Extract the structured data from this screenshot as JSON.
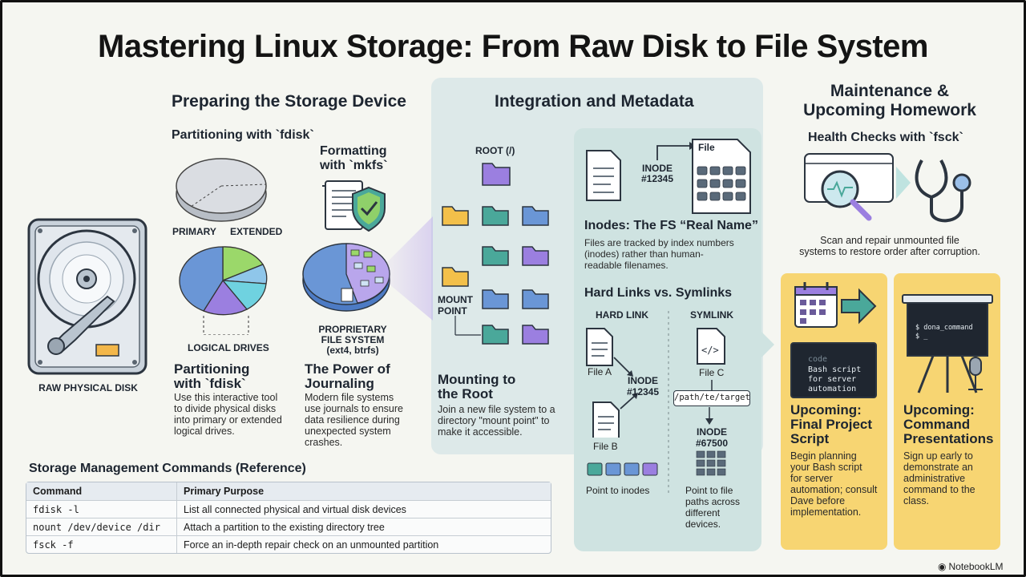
{
  "title": "Mastering Linux Storage: From Raw Disk to File System",
  "left": {
    "heading": "Preparing the Storage Device",
    "partitioning_heading": "Partitioning with `fdisk`",
    "primary": "PRIMARY",
    "extended": "EXTENDED",
    "logical": "LOGICAL DRIVES",
    "raw_disk": "RAW PHYSICAL DISK",
    "formatting_heading": "Formatting\nwith `mkfs`",
    "proprietary": "PROPRIETARY\nFILE SYSTEM\n(ext4, btrfs)",
    "card1_title": "Partitioning\nwith `fdisk`",
    "card1_body": "Use this interactive tool\nto divide physical disks\ninto primary or extended\nlogical drives.",
    "card2_title": "The Power of\nJournaling",
    "card2_body": "Modern file systems\nuse journals to ensure\ndata resilience during\nunexpected system\ncrashes."
  },
  "table": {
    "heading": "Storage Management Commands (Reference)",
    "headers": [
      "Command",
      "Primary Purpose"
    ],
    "rows": [
      [
        "fdisk -l",
        "List all connected physical and virtual disk devices"
      ],
      [
        "nount /dev/device /dir",
        "Attach a partition to the existing directory tree"
      ],
      [
        "fsck -f",
        "Force an in-depth repair check on an unmounted partition"
      ]
    ]
  },
  "middle": {
    "heading": "Integration and Metadata",
    "root": "ROOT (/)",
    "mount_point": "MOUNT\nPOINT",
    "mount_title": "Mounting to\nthe Root",
    "mount_body": "Join a new file system to a\ndirectory \"mount point\" to\nmake it accessible.",
    "inode_label": "INODE\n#12345",
    "file_label": "File",
    "inodes_title": "Inodes: The FS “Real Name”",
    "inodes_body": "Files are tracked by index numbers\n(inodes) rather than human-\nreadable filenames.",
    "links_title": "Hard Links vs. Symlinks",
    "hard_link": "HARD LINK",
    "symlink": "SYMLINK",
    "file_a": "File A",
    "file_b": "File B",
    "file_c": "File C",
    "hard_inode": "INODE\n#12345",
    "path": "/path/te/target",
    "sym_inode": "INODE\n#67500",
    "hard_caption": "Point to inodes",
    "sym_caption": "Point to file\npaths across\ndifferent\ndevices."
  },
  "right": {
    "heading": "Maintenance &\nUpcoming Homework",
    "fsck_heading": "Health Checks with `fsck`",
    "fsck_body": "Scan and repair unmounted file\nsystems to restore order after corruption.",
    "code_label": "code",
    "code_text": "Bash script\nfor server\nautomation",
    "card1_title": "Upcoming:\nFinal Project\nScript",
    "card1_body": "Begin planning\nyour Bash script\nfor server\nautomation; consult\nDave before\nimplementation.",
    "terminal": "$ dona_command\n$ _",
    "card2_title": "Upcoming:\nCommand\nPresentations",
    "card2_body": "Sign up early to\ndemonstrate an\nadministrative\ncommand to the\nclass."
  },
  "brand": "NotebookLM",
  "colors": {
    "teal_panel": "#dde9e9",
    "inner_panel": "#cfe3e1",
    "yellow": "#f7d572",
    "purple": "#9b7fe0",
    "teal": "#4aa89a",
    "blue": "#6a96d6",
    "green": "#9bd86a",
    "amber": "#f3c04a"
  }
}
